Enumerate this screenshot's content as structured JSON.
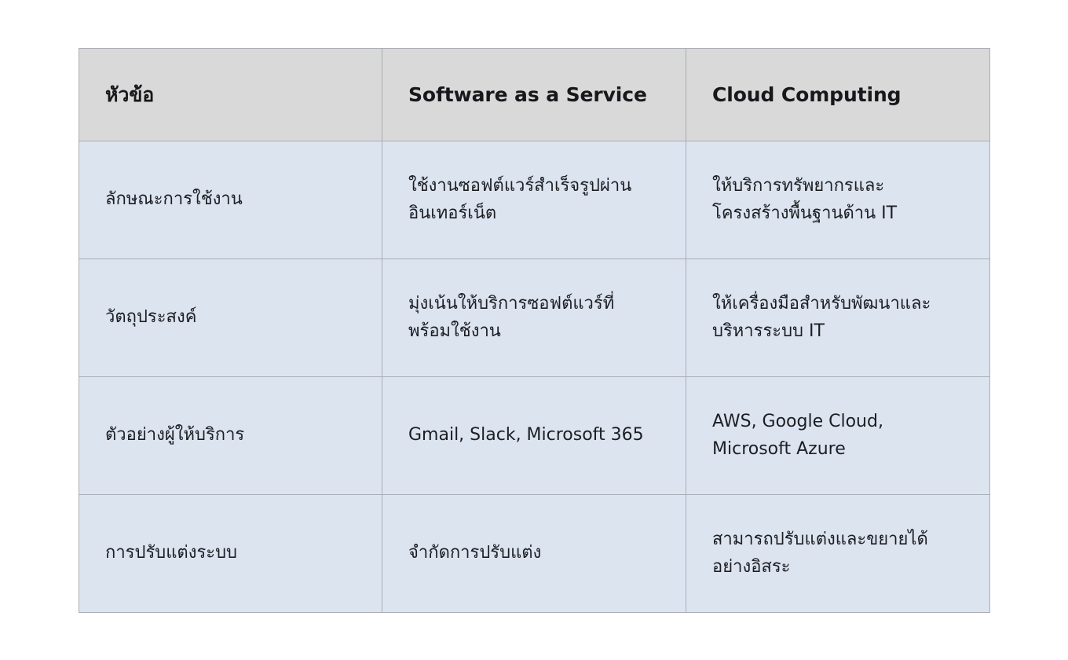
{
  "table": {
    "headers": [
      "หัวข้อ",
      "Software as a Service",
      "Cloud Computing"
    ],
    "rows": [
      {
        "topic": "ลักษณะการใช้งาน",
        "saas": "ใช้งานซอฟต์แวร์สำเร็จรูปผ่านอินเทอร์เน็ต",
        "cloud": "ให้บริการทรัพยากรและโครงสร้างพื้นฐานด้าน IT"
      },
      {
        "topic": "วัตถุประสงค์",
        "saas": "มุ่งเน้นให้บริการซอฟต์แวร์ที่พร้อมใช้งาน",
        "cloud": "ให้เครื่องมือสำหรับพัฒนาและบริหารระบบ IT"
      },
      {
        "topic": "ตัวอย่างผู้ให้บริการ",
        "saas": "Gmail, Slack, Microsoft 365",
        "cloud": "AWS, Google Cloud, Microsoft Azure"
      },
      {
        "topic": "การปรับแต่งระบบ",
        "saas": "จำกัดการปรับแต่ง",
        "cloud": "สามารถปรับแต่งและขยายได้อย่างอิสระ"
      }
    ]
  },
  "colors": {
    "page_background": "#ffffff",
    "header_background": "#d9d9d9",
    "cell_background": "#dce4f0",
    "border": "#a9aeb5",
    "text": "#1c1e22"
  }
}
